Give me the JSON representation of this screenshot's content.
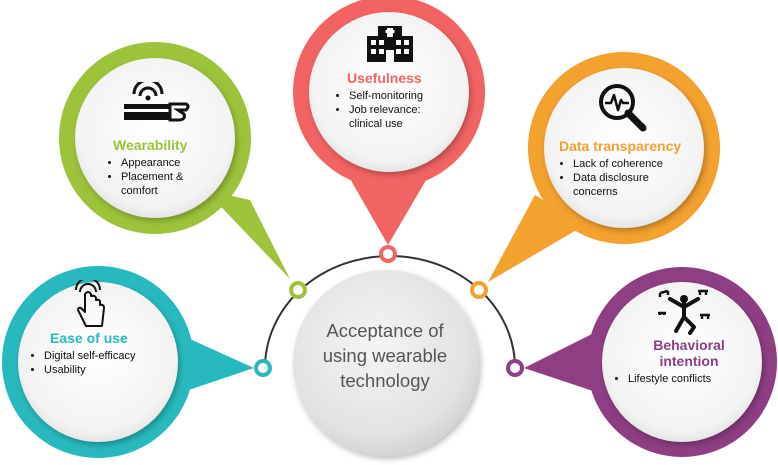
{
  "center": {
    "label": "Acceptance of using wearable technology"
  },
  "colors": {
    "wearability": "#9dc33b",
    "usefulness": "#f26363",
    "data_transparency": "#f3a12f",
    "ease_of_use": "#27b9bd",
    "behavioral_intention": "#8e3e83",
    "arc": "#333333"
  },
  "nodes": [
    {
      "id": "ease_of_use",
      "title": "Ease of use",
      "icon": "touch-hand-icon",
      "bullets": [
        "Digital self-efficacy",
        "Usability"
      ]
    },
    {
      "id": "wearability",
      "title": "Wearability",
      "icon": "wrist-wearable-icon",
      "bullets": [
        "Appearance",
        "Placement & comfort"
      ]
    },
    {
      "id": "usefulness",
      "title": "Usefulness",
      "icon": "hospital-icon",
      "bullets": [
        "Self-monitoring",
        "Job relevance: clinical use"
      ]
    },
    {
      "id": "data_transparency",
      "title": "Data transparency",
      "icon": "magnifier-pulse-icon",
      "bullets": [
        "Lack of coherence",
        "Data disclosure concerns"
      ]
    },
    {
      "id": "behavioral_intention",
      "title": "Behavioral intention",
      "icon": "juggling-person-icon",
      "bullets": [
        "Lifestyle conflicts"
      ]
    }
  ]
}
